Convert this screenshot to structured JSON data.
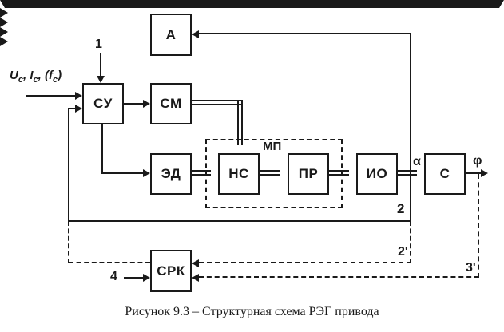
{
  "figure": {
    "caption": "Рисунок 9.3 – Структурная схема РЭГ привода"
  },
  "blocks": {
    "a": {
      "label": "А"
    },
    "su": {
      "label": "СУ"
    },
    "sm": {
      "label": "СМ"
    },
    "ed": {
      "label": "ЭД"
    },
    "ns": {
      "label": "НС"
    },
    "pr": {
      "label": "ПР"
    },
    "io": {
      "label": "ИО"
    },
    "s": {
      "label": "С"
    },
    "srk": {
      "label": "СРК"
    },
    "mp": {
      "label": "МП"
    }
  },
  "signals": {
    "input": {
      "u": "U",
      "c1": "c",
      "sep1": ", ",
      "i": "I",
      "c2": "c",
      "sep2": ", (",
      "f": "f",
      "c3": "c",
      "close": ")"
    },
    "n1": "1",
    "n2": "2",
    "n2p": "2'",
    "n3p": "3'",
    "n4": "4",
    "alpha": "α",
    "phi": "φ"
  },
  "colors": {
    "line": "#1a1a1a",
    "background": "#ffffff"
  }
}
